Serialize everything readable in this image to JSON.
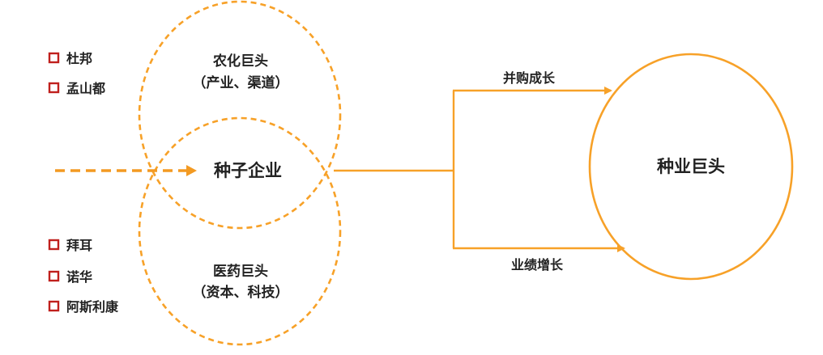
{
  "colors": {
    "accent": "#f7a128",
    "accent_dark": "#f39a22",
    "bullet": "#c0201d",
    "text": "#222222"
  },
  "top_group": {
    "companies": [
      "杜邦",
      "孟山都"
    ],
    "circle_title": "农化巨头",
    "circle_subtitle": "（产业、渠道）"
  },
  "bottom_group": {
    "companies": [
      "拜耳",
      "诺华",
      "阿斯利康"
    ],
    "circle_title": "医药巨头",
    "circle_subtitle": "（资本、科技）"
  },
  "center_label": "种子企业",
  "paths": {
    "upper_label": "并购成长",
    "lower_label": "业绩增长"
  },
  "target_label": "种业巨头"
}
